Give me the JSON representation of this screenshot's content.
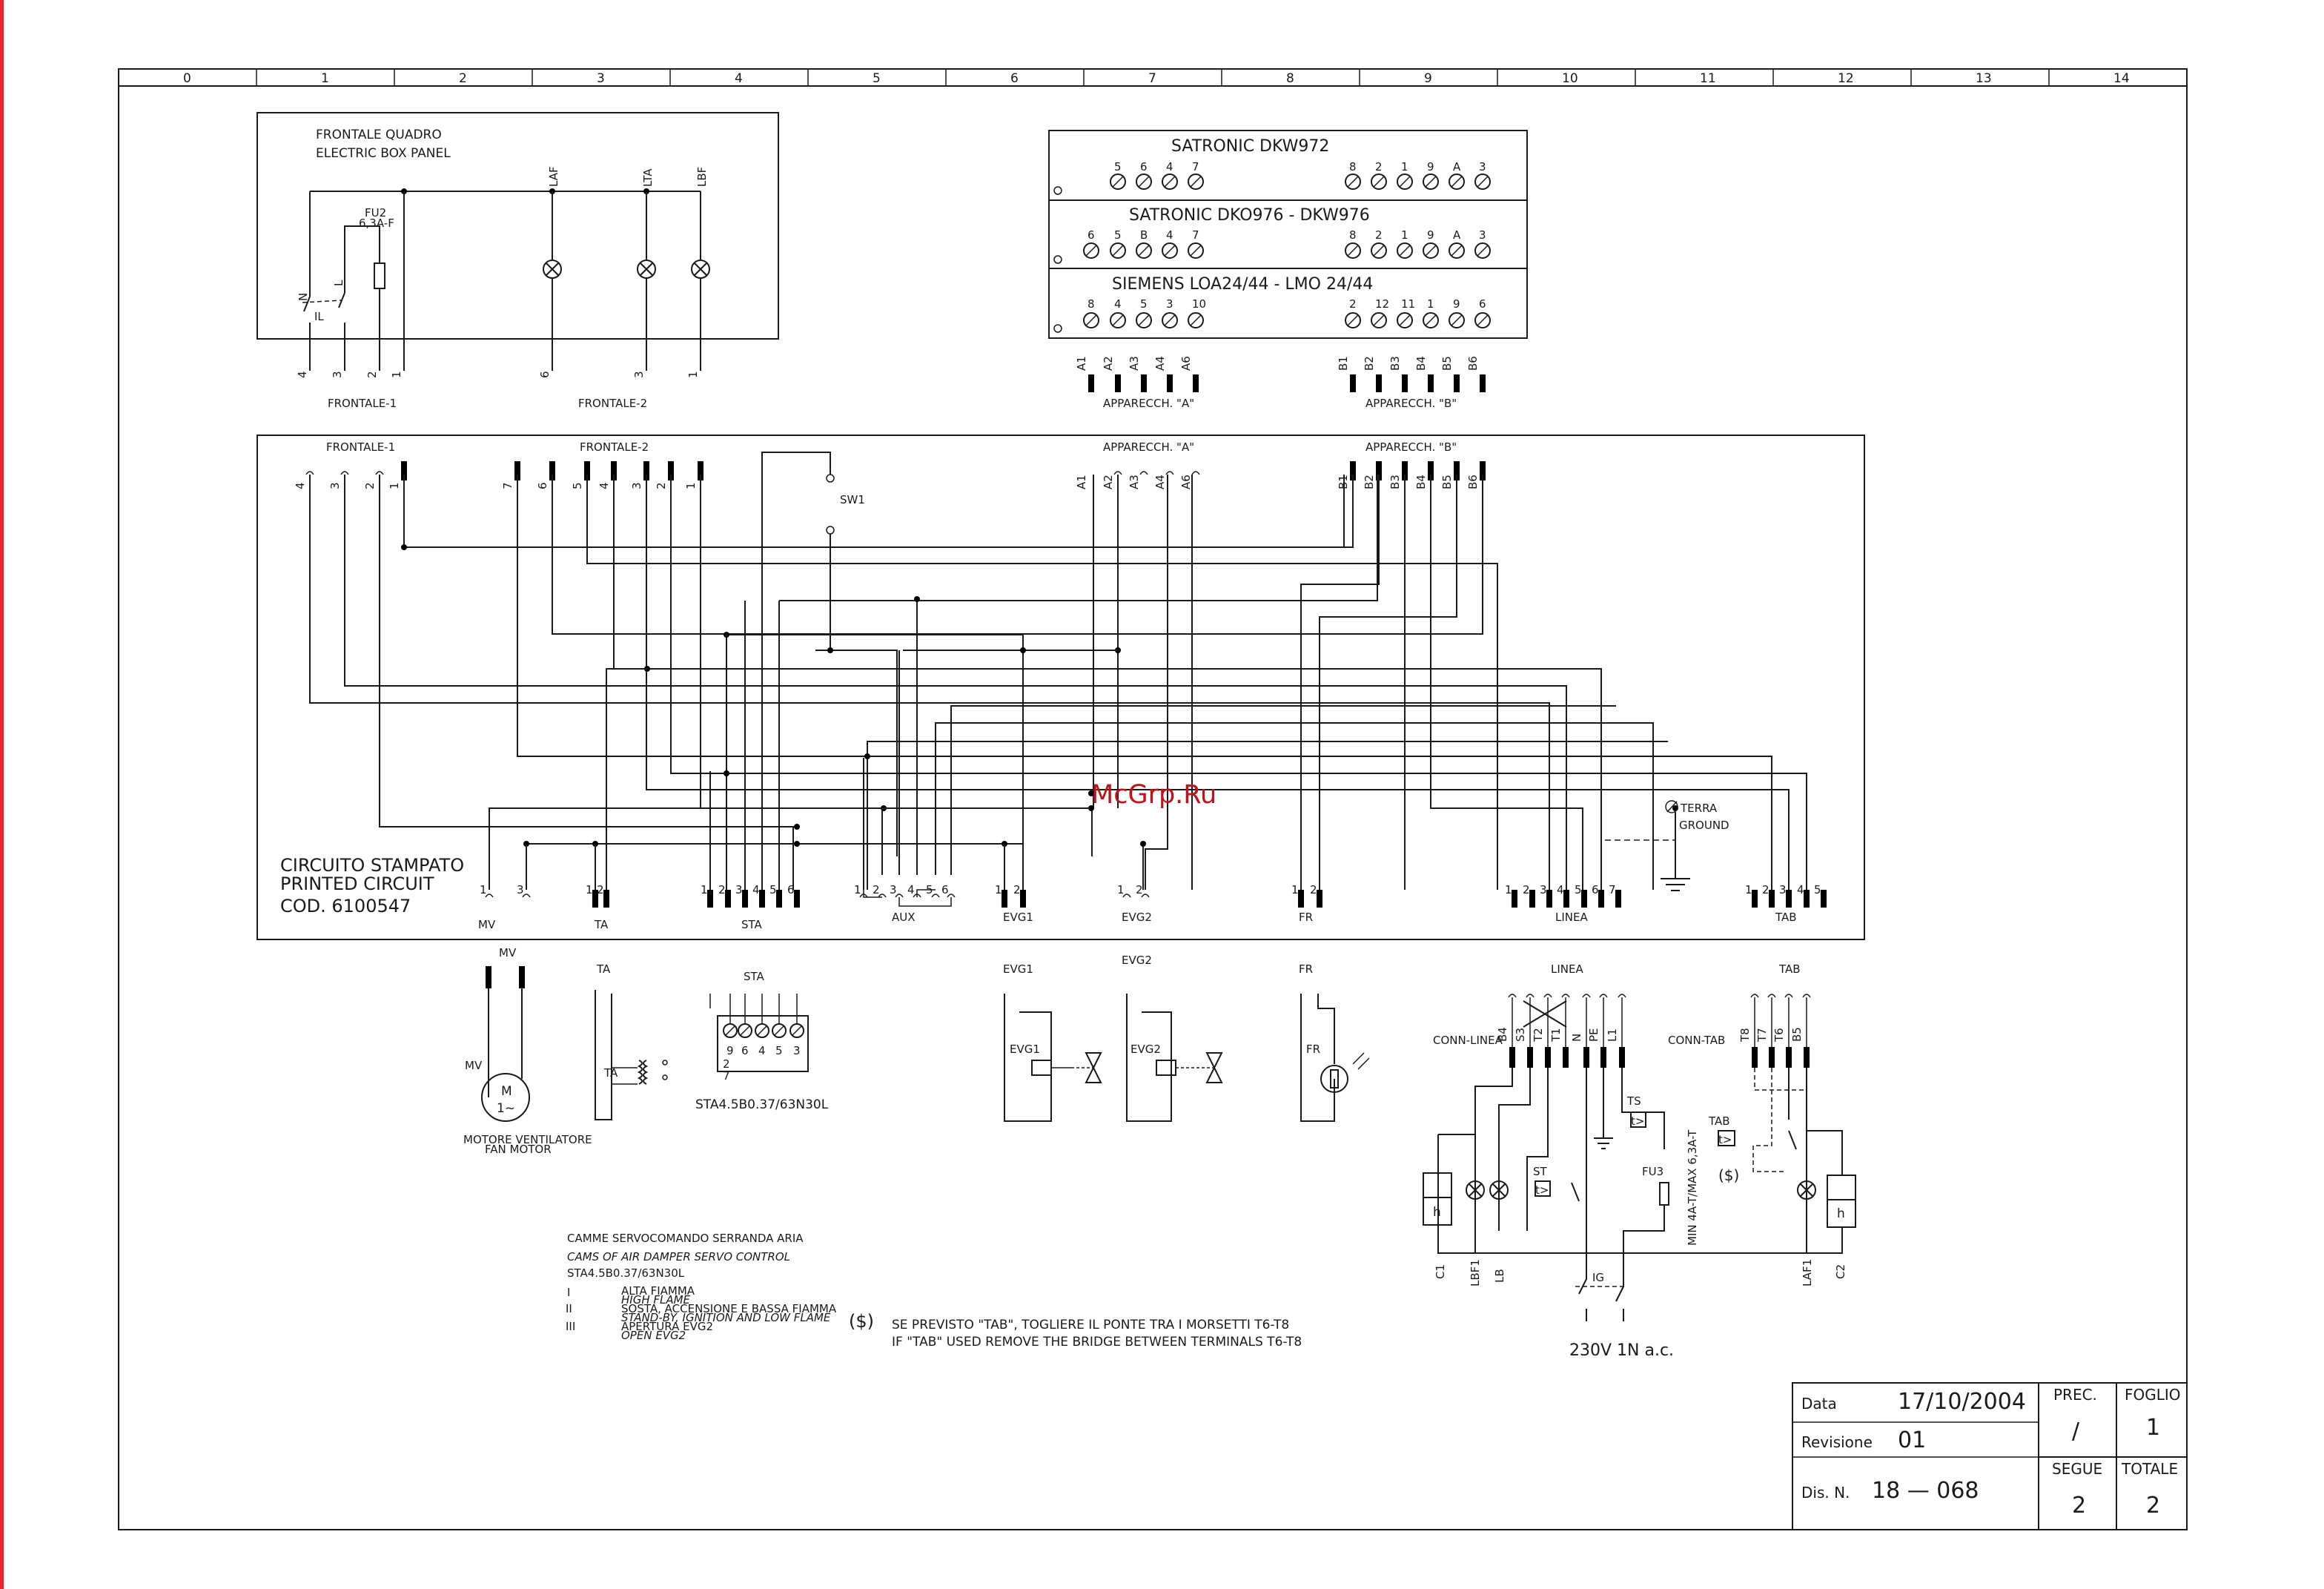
{
  "grid_columns": [
    "0",
    "1",
    "2",
    "3",
    "4",
    "5",
    "6",
    "7",
    "8",
    "9",
    "10",
    "11",
    "12",
    "13",
    "14"
  ],
  "frontale": {
    "title_it": "FRONTALE QUADRO",
    "title_en": "ELECTRIC BOX PANEL",
    "fuse_name": "FU2",
    "fuse_rating": "6,3A-F",
    "switch_label": "IL",
    "n_label": "N",
    "l_label": "L",
    "lamps": [
      "LAF",
      "LTA",
      "LBF"
    ],
    "left_pins": [
      "4",
      "3",
      "2",
      "1"
    ],
    "right_pins": [
      "6",
      "3",
      "1"
    ],
    "connector_left": "FRONTALE-1",
    "connector_right": "FRONTALE-2"
  },
  "control_boxes": {
    "box1_title": "SATRONIC DKW972",
    "box1_left": [
      "5",
      "6",
      "4",
      "7"
    ],
    "box1_right": [
      "8",
      "2",
      "1",
      "9",
      "A",
      "3"
    ],
    "box2_title": "SATRONIC DKO976 - DKW976",
    "box2_left": [
      "6",
      "5",
      "B",
      "4",
      "7"
    ],
    "box2_right": [
      "8",
      "2",
      "1",
      "9",
      "A",
      "3"
    ],
    "box3_title": "SIEMENS LOA24/44 - LMO 24/44",
    "box3_left": [
      "8",
      "4",
      "5",
      "3",
      "10"
    ],
    "box3_right": [
      "2",
      "12",
      "11",
      "1",
      "9",
      "6"
    ],
    "a_pins": [
      "A1",
      "A2",
      "A3",
      "A4",
      "A6"
    ],
    "b_pins": [
      "B1",
      "B2",
      "B3",
      "B4",
      "B5",
      "B6"
    ],
    "a_label": "APPARECCH. \"A\"",
    "b_label": "APPARECCH. \"B\""
  },
  "pcb": {
    "title_it": "CIRCUITO STAMPATO",
    "title_en": "PRINTED CIRCUIT",
    "code": "COD. 6100547",
    "top_frontale1": "FRONTALE-1",
    "top_frontale2": "FRONTALE-2",
    "top_a": "APPARECCH. \"A\"",
    "top_b": "APPARECCH. \"B\"",
    "f1_pins": [
      "4",
      "3",
      "2",
      "1"
    ],
    "f2_pins": [
      "7",
      "6",
      "5",
      "4",
      "3",
      "2",
      "1"
    ],
    "a_pins": [
      "A1",
      "A2",
      "A3",
      "A4",
      "A6"
    ],
    "b_pins": [
      "B1",
      "B2",
      "B3",
      "B4",
      "B5",
      "B6"
    ],
    "sw1": "SW1",
    "terra": "TERRA",
    "ground": "GROUND",
    "connectors": {
      "mv": "MV",
      "ta": "TA",
      "sta": "STA",
      "aux": "AUX",
      "evg1": "EVG1",
      "evg2": "EVG2",
      "fr": "FR",
      "linea": "LINEA",
      "tab": "TAB"
    },
    "aux_pins": [
      "1",
      "2",
      "3",
      "4",
      "5",
      "6"
    ],
    "sta_pins": [
      "1",
      "2",
      "3",
      "4",
      "5",
      "6"
    ],
    "linea_pins": [
      "1",
      "2",
      "3",
      "4",
      "5",
      "6",
      "7"
    ],
    "tab_pins": [
      "1",
      "2",
      "3",
      "4",
      "5"
    ]
  },
  "devices": {
    "mv_label": "MV",
    "motor_m": "M",
    "motor_ac": "1~",
    "motor_it": "MOTORE VENTILATORE",
    "motor_en": "FAN MOTOR",
    "ta_label": "TA",
    "sta_label": "STA",
    "sta_terms": [
      "9",
      "6",
      "4",
      "5",
      "3"
    ],
    "sta_terms_b": [
      "2",
      "7"
    ],
    "sta_model": "STA4.5B0.37/63N30L",
    "evg1": "EVG1",
    "evg2": "EVG2",
    "fr": "FR",
    "linea": "LINEA",
    "conn_linea": "CONN-LINEA",
    "linea_pins": [
      "B4",
      "S3",
      "T2",
      "T1",
      "N",
      "PE",
      "L1"
    ],
    "ts": "TS",
    "st": "ST",
    "fu3": "FU3",
    "fu3_rating": "MIN 4A-T/MAX 6,3A-T",
    "ig": "IG",
    "supply": "230V 1N a.c.",
    "bottom_labels": [
      "C1",
      "LBF1",
      "LB",
      "LAF1",
      "C2"
    ],
    "tab": "TAB",
    "conn_tab": "CONN-TAB",
    "tab_pins": [
      "T8",
      "T7",
      "T6",
      "B5"
    ],
    "tab_switch": "TAB",
    "tab_note": "($)",
    "h": "h",
    "temp_sym": "t>"
  },
  "notes": {
    "cams_it": "CAMME  SERVOCOMANDO SERRANDA ARIA",
    "cams_en": "CAMS OF AIR DAMPER SERVO CONTROL",
    "cams_model": "STA4.5B0.37/63N30L",
    "r1_num": "I",
    "r1_it": "ALTA FIAMMA",
    "r1_en": "HIGH FLAME",
    "r2_num": "II",
    "r2_it": "SOSTA, ACCENSIONE E BASSA FIAMMA",
    "r2_en": "STAND-BY, IGNITION AND LOW FLAME",
    "r3_num": "III",
    "r3_it": "APERTURA EVG2",
    "r3_en": "OPEN EVG2",
    "dollar": "($)",
    "tab_it": "SE PREVISTO \"TAB\", TOGLIERE IL PONTE TRA I MORSETTI T6-T8",
    "tab_en": "IF \"TAB\" USED REMOVE THE BRIDGE BETWEEN TERMINALS T6-T8"
  },
  "title_block": {
    "data_label": "Data",
    "data_value": "17/10/2004",
    "rev_label": "Revisione",
    "rev_value": "01",
    "dis_label": "Dis. N.",
    "dis_value": "18  —  068",
    "prec_label": "PREC.",
    "prec_value": "/",
    "foglio_label": "FOGLIO",
    "foglio_value": "1",
    "segue_label": "SEGUE",
    "segue_value": "2",
    "totale_label": "TOTALE",
    "totale_value": "2"
  },
  "watermark": "McGrp.Ru"
}
